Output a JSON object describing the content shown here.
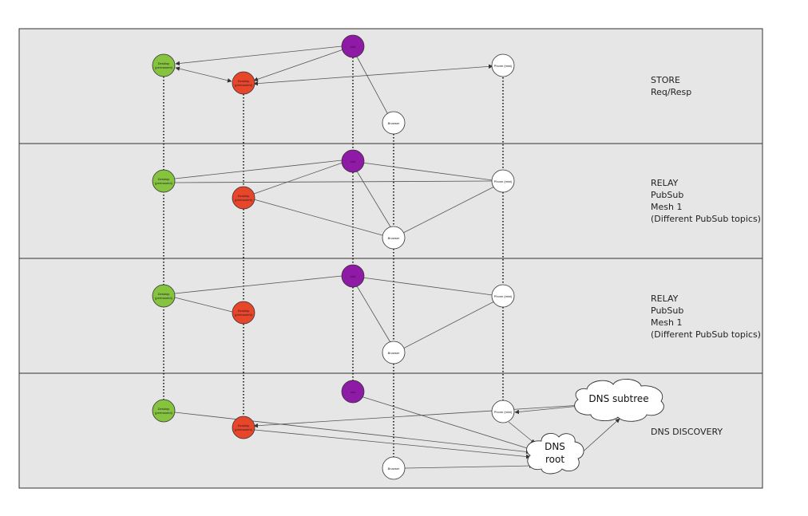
{
  "colors": {
    "desktop_green": "#86c440",
    "desktop_red": "#e8452a",
    "purple": "#8e1aa6",
    "white": "#ffffff",
    "background": "#e6e6e6"
  },
  "layers": [
    {
      "lines": [
        "STORE",
        "Req/Resp"
      ]
    },
    {
      "lines": [
        "RELAY",
        "PubSub",
        "Mesh 1",
        "(Different PubSub topics)"
      ]
    },
    {
      "lines": [
        "RELAY",
        "PubSub",
        "Mesh 1",
        "(Different PubSub topics)"
      ]
    },
    {
      "lines": [
        "DNS DISCOVERY"
      ]
    }
  ],
  "node_labels": {
    "desktop_green": [
      "Desktop",
      "(permanent)"
    ],
    "desktop_red": [
      "Desktop",
      "(permanent)"
    ],
    "purple": [
      "nim"
    ],
    "phone": [
      "Phone (mini)"
    ],
    "browser": [
      "Browser"
    ]
  },
  "clouds": {
    "subtree": [
      "DNS subtree"
    ],
    "root": [
      "DNS",
      "root"
    ]
  }
}
